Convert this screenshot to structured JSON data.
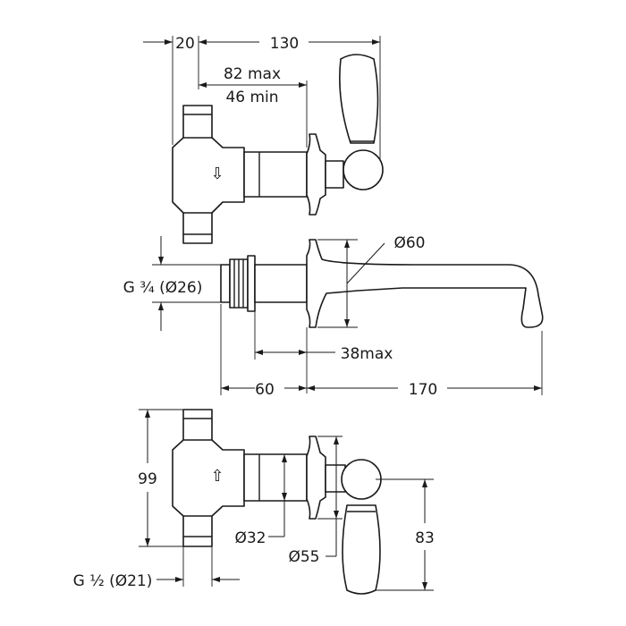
{
  "dimensions": {
    "top_depth": "20",
    "top_length": "130",
    "top_max": "82 max",
    "top_min": "46 min",
    "inlet_thread": "G ¾ (Ø26)",
    "spout_diameter": "Ø60",
    "wall_max": "38max",
    "body_depth": "60",
    "spout_length": "170",
    "body_height": "99",
    "shaft_diameter": "Ø32",
    "rosette_diameter": "Ø55",
    "handle_height": "83",
    "outlet_thread": "G ½ (Ø21)"
  },
  "symbols": {
    "top_arrow": "⇩",
    "bottom_arrow": "⇧"
  }
}
